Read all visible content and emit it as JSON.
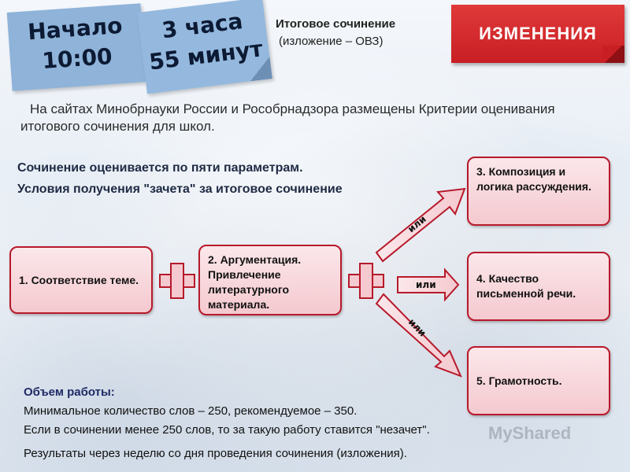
{
  "stickers": {
    "start_label": "Начало",
    "start_time": "10:00",
    "duration_hours": "3 часа",
    "duration_minutes": "55 минут"
  },
  "header": {
    "title": "Итоговое сочинение",
    "subtitle": "(изложение – ОВЗ)",
    "badge": "ИЗМЕНЕНИЯ"
  },
  "intro": "На сайтах Минобрнауки России и Рособрнадзора размещены Критерии оценивания итогового сочинения для школ.",
  "headline": {
    "line1": "Сочинение оценивается по пяти параметрам.",
    "line2": "Условия получения \"зачета\" за итоговое сочинение"
  },
  "criteria": {
    "c1": "1. Соответствие теме.",
    "c2": "2. Аргументация. Привлечение литературного материала.",
    "c3": "3. Композиция и логика рассуждения.",
    "c4": "4. Качество письменной речи.",
    "c5": "5. Грамотность."
  },
  "connectors": {
    "or_up": "или",
    "or_mid": "или",
    "or_down": "или"
  },
  "bottom": {
    "heading": "Объем работы:",
    "line1": "Минимальное количество слов – 250, рекомендуемое – 350.",
    "line2": "Если в сочинении менее 250 слов, то за такую работу ставится \"незачет\".",
    "line3": "Результаты через неделю со дня проведения сочинения (изложения)."
  },
  "watermark": "MyShared",
  "colors": {
    "accent_red": "#b7192a",
    "box_fill": "#f4c9cf",
    "sticker_blue": "#8fb3d9",
    "badge_red": "#d42a2e"
  }
}
